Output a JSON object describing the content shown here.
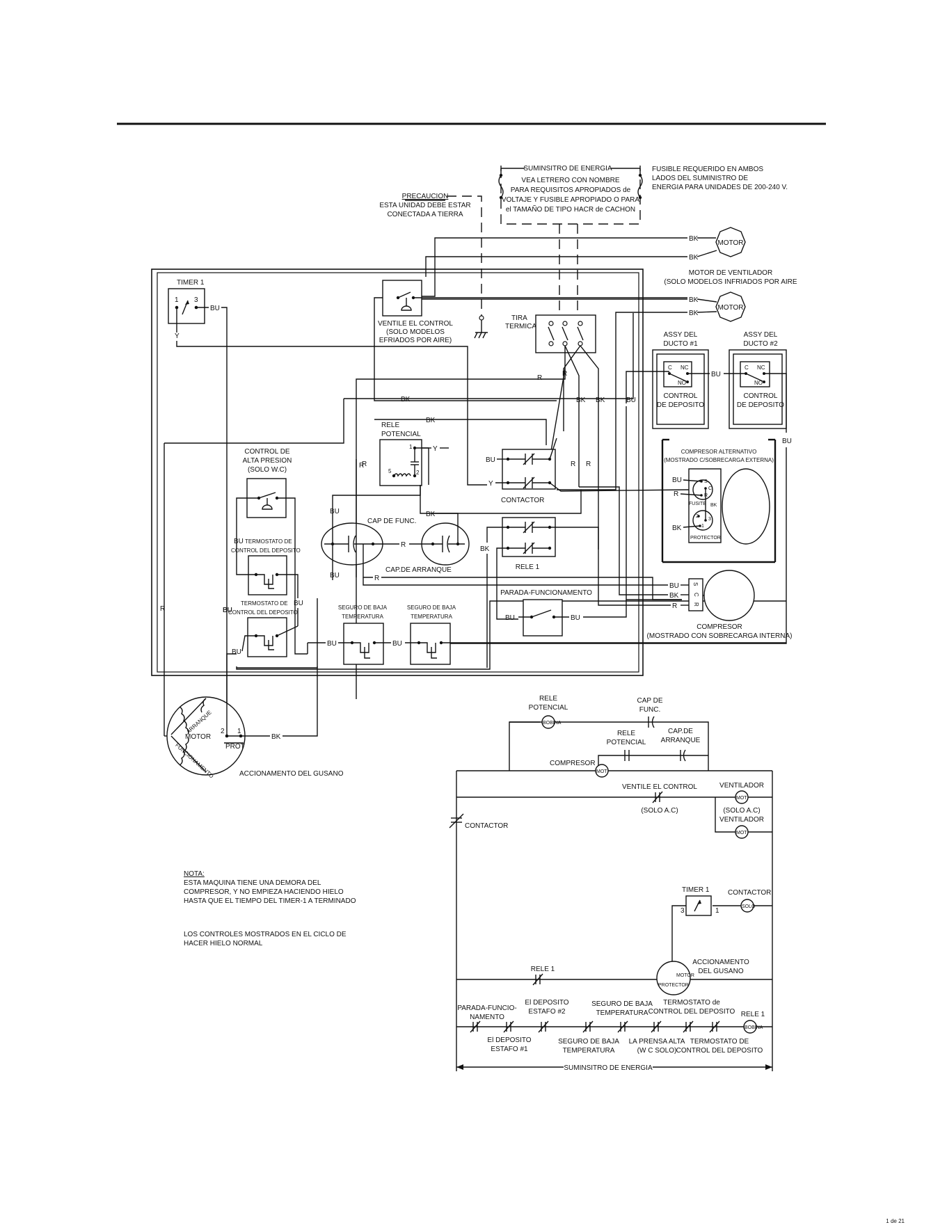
{
  "supply": {
    "title": "SUMINSITRO DE ENERGIA",
    "line1": "VEA LETRERO CON NOMBRE",
    "line2": "PARA REQUISITOS APROPIADOS de",
    "line3": "VOLTAJE Y FUSIBLE APROPIADO O PARA",
    "line4": "el TAMAÑO DE TIPO HACR de CACHON"
  },
  "fuse_note": {
    "line1": "FUSIBLE REQUERIDO EN AMBOS",
    "line2": "LADOS DEL SUMINISTRO DE",
    "line3": "ENERGIA PARA UNIDADES DE 200-240 V."
  },
  "caution": {
    "title": "PRECAUCION",
    "line1": "ESTA UNIDAD DEBE ESTAR",
    "line2": "CONECTADA A TIERRA"
  },
  "wire": {
    "bk": "BK",
    "bu": "BU",
    "r": "R",
    "y": "Y"
  },
  "fan_motor": {
    "motor": "MOTOR",
    "label1": "MOTOR DE VENTILADOR",
    "label2": "(SOLO MODELOS INFRIADOS POR AIRE"
  },
  "timer1": {
    "label": "TIMER 1",
    "t1": "1",
    "t3": "3"
  },
  "vent_control": {
    "label1": "VENTILE EL CONTROL",
    "label2": "(SOLO MODELOS",
    "label3": "EFRIADOS POR AIRE)"
  },
  "thermal_strip": {
    "label1": "TIRA",
    "label2": "TERMICA"
  },
  "duct1": {
    "label1": "ASSY DEL",
    "label2": "DUCTO #1",
    "c": "C",
    "nc": "NC",
    "no": "NO",
    "control1": "CONTROL",
    "control2": "DE DEPOSITO"
  },
  "duct2": {
    "label1": "ASSY DEL",
    "label2": "DUCTO #2",
    "c": "C",
    "nc": "NC",
    "no": "NO",
    "control1": "CONTROL",
    "control2": "DE DEPOSITO"
  },
  "potential_relay": {
    "label1": "RELE",
    "label2": "POTENCIAL",
    "n1": "1",
    "n2": "2",
    "n5": "5"
  },
  "high_pressure": {
    "label1": "CONTROL DE",
    "label2": "ALTA PRESION",
    "label3": "(SOLO W.C)"
  },
  "recip_compressor": {
    "label1": "COMPRESOR ALTERNATIVO",
    "label2": "(MOSTRADO C/SOBRECARGA EXTERNA)",
    "s": "S",
    "c": "C",
    "r": "R",
    "fusite": "FUSITE",
    "bk": "BK",
    "n2": "2",
    "n3": "3",
    "n1": "1",
    "protector": "PROTECTOR"
  },
  "contactor_label": "CONTACTOR",
  "run_cap": "CAP DE FUNC.",
  "start_cap": "CAP.DE ARRANQUE",
  "relay1_label": "RELE 1",
  "bin_thermostat1": {
    "label1": "TERMOSTATO DE",
    "label2": "CONTROL DEL DEPOSITO"
  },
  "bin_thermostat2": {
    "label1": "TERMOSTATO DE",
    "label2": "CONTROL DEL DEPOSITO"
  },
  "low_temp1": {
    "label1": "SEGURO DE BAJA",
    "label2": "TEMPERATURA"
  },
  "low_temp2": {
    "label1": "SEGURO DE BAJA",
    "label2": "TEMPERATURA"
  },
  "stop_run": "PARADA-FUNCIONAMENTO",
  "compressor": {
    "s": "S",
    "c": "C",
    "r": "R",
    "label1": "COMPRESOR",
    "label2": "(MOSTRADO CON SOBRECARGA INTERNA)"
  },
  "auger_motor": {
    "arranque": "ARRANQUE",
    "motor": "MOTOR",
    "funcionamento": "FUNCIONAMENTO",
    "t2": "2",
    "t1": "1",
    "prot": "PROT",
    "label": "ACCIONAMENTO DEL GUSANO"
  },
  "note": {
    "title": "NOTA:",
    "line1": "ESTA MAQUINA TIENE UNA DEMORA DEL",
    "line2": "COMPRESOR, Y NO EMPIEZA HACIENDO HIELO",
    "line3": "HASTA QUE EL TIEMPO DEL TIMER-1 A TERMINADO",
    "line4": "LOS CONTROLES MOSTRADOS EN EL CICLO DE",
    "line5": "HACER HIELO NORMAL"
  },
  "ladder": {
    "rele_pot1": "RELE",
    "rele_pot2": "POTENCIAL",
    "bobina": "BOBINA",
    "cap_func1": "CAP DE",
    "cap_func2": "FUNC.",
    "rele_pot_b1": "RELE",
    "rele_pot_b2": "POTENCIAL",
    "cap_arr1": "CAP.DE",
    "cap_arr2": "ARRANQUE",
    "compresor": "COMPRESOR",
    "mot": "MOT",
    "ventile": "VENTILE EL CONTROL",
    "solo_ac": "(SOLO A.C)",
    "ventilador": "VENTILADOR",
    "solo_ac2": "(SOLO A.C)",
    "ventilador2": "VENTILADOR",
    "contactor": "CONTACTOR",
    "timer1": "TIMER 1",
    "t3": "3",
    "t1": "1",
    "contactor2": "CONTACTOR",
    "solo": "SOLO",
    "accionamento1": "ACCIONAMENTO",
    "accionamento2": "DEL GUSANO",
    "motor": "MOTOR",
    "protector": "PROTECTOR",
    "rele1": "RELE 1",
    "parada1": "PARADA-FUNCIO-",
    "parada2": "NAMENTO",
    "deposito2a": "El DEPOSITO",
    "deposito2b": "ESTAFO #2",
    "seguro_a1": "SEGURO DE BAJA",
    "seguro_a2": "TEMPERATURA",
    "termo_a1": "TERMOSTATO de",
    "termo_a2": "CONTROL DEL DEPOSITO",
    "rele1b": "RELE 1",
    "deposito1a": "El DEPOSITO",
    "deposito1b": "ESTAFO #1",
    "seguro_b1": "SEGURO DE BAJA",
    "seguro_b2": "TEMPERATURA",
    "prensa1": "LA PRENSA ALTA",
    "prensa2": "(W C SOLO)",
    "termo_b1": "TERMOSTATO DE",
    "termo_b2": "CONTROL DEL DEPOSITO",
    "supply": "SUMINSITRO DE ENERGIA"
  },
  "footer": "1 de 21"
}
